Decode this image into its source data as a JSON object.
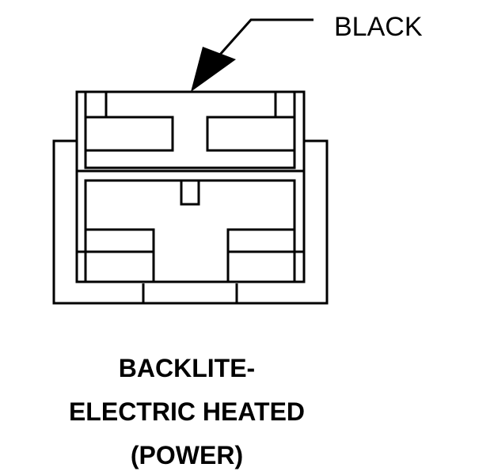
{
  "connector": {
    "wire_color_label": "BLACK"
  },
  "caption": {
    "line1": "BACKLITE-",
    "line2": "ELECTRIC HEATED",
    "line3": "(POWER)"
  },
  "colors": {
    "ink": "#000000",
    "background": "#ffffff"
  }
}
